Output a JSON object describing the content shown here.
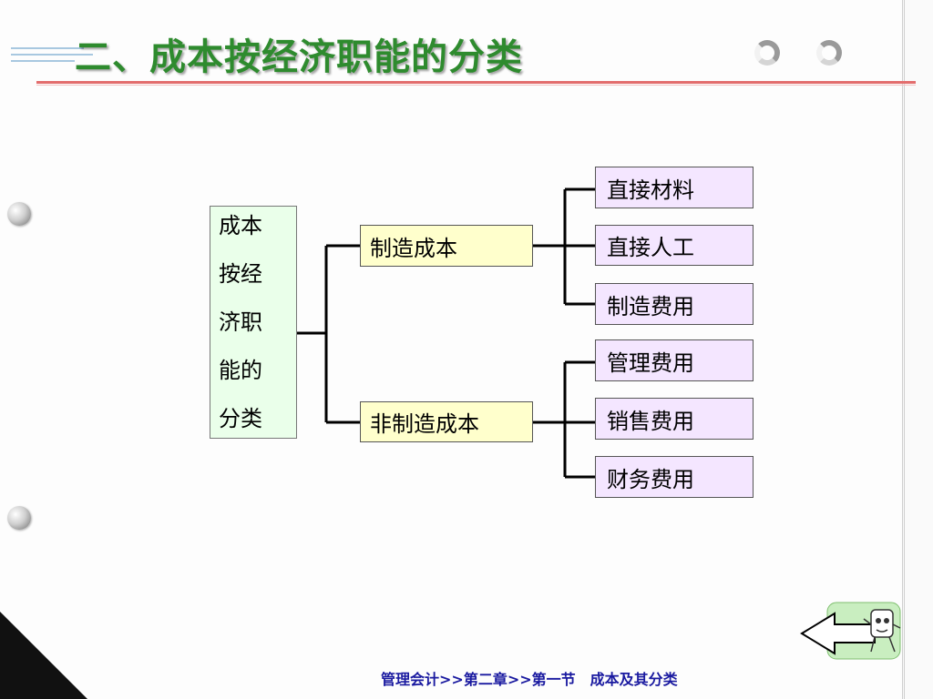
{
  "slide": {
    "title": "二、成本按经济职能的分类",
    "footer": "管理会计>>第二章>>第一节　成本及其分类",
    "colors": {
      "title": "#2e8b2e",
      "root_fill": "#eaffea",
      "mid_fill": "#ffffcc",
      "leaf_fill": "#f4e6ff",
      "footer": "#1a1aa0",
      "rule_red": "#e36d6d"
    }
  },
  "diagram": {
    "root_lines": [
      "成本",
      "按经",
      "济职",
      "能的",
      "分类"
    ],
    "branches": [
      {
        "label": "制造成本",
        "children": [
          "直接材料",
          "直接人工",
          "制造费用"
        ]
      },
      {
        "label": "非制造成本",
        "children": [
          "管理费用",
          "销售费用",
          "财务费用"
        ]
      }
    ]
  },
  "nav": {
    "back_icon": "back-arrow-icon"
  }
}
